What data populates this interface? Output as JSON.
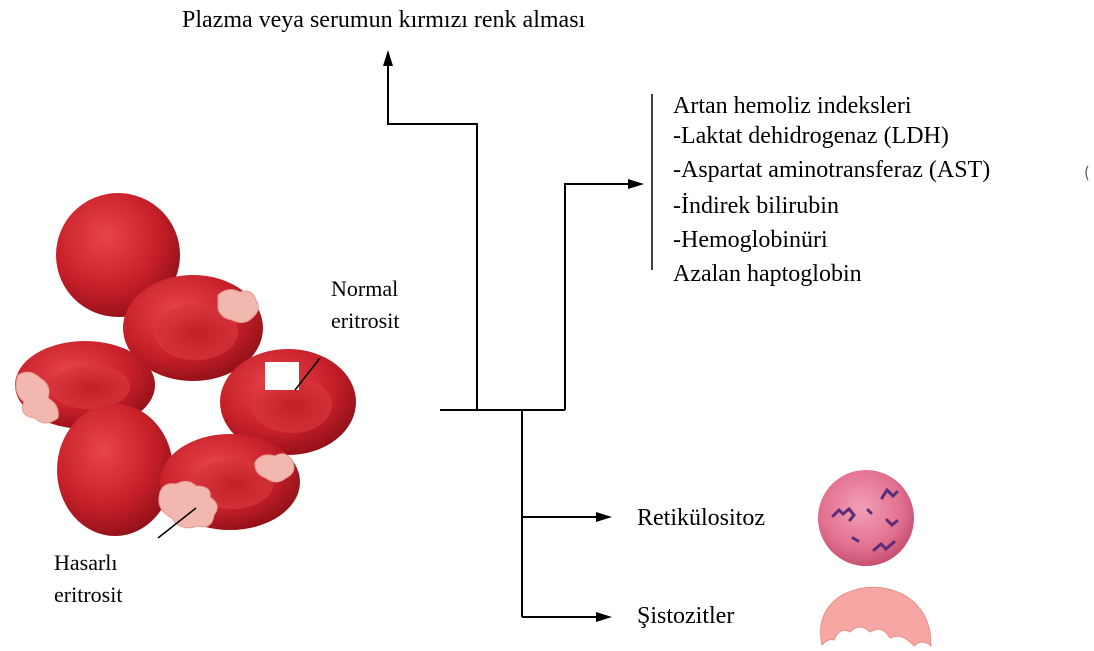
{
  "top_outcome": "Plazma veya serumun kırmızı renk alması",
  "hemolysis_panel": {
    "lines": [
      "Artan hemoliz indeksleri",
      "-Laktat dehidrogenaz (LDH)",
      "-Aspartat aminotransferaz (AST)",
      "-İndirek bilirubin",
      "-Hemoglobinüri",
      "Azalan haptoglobin"
    ]
  },
  "cell_labels": {
    "normal": [
      "Normal",
      "eritrosit"
    ],
    "damaged": [
      "Hasarlı",
      "eritrosit"
    ]
  },
  "outcomes": {
    "reticulocytosis": "Retikülositoz",
    "schistocytes": "Şistozitler"
  },
  "colors": {
    "line": "#000000",
    "rbc_red": "#c8202a",
    "rbc_dark": "#8e0f16",
    "damaged_pink": "#f2b8b0",
    "reticulocyte_pink": "#e2708f",
    "reticulocyte_stain": "#5b2d79",
    "schistocyte_pink": "#f6a7a3"
  }
}
